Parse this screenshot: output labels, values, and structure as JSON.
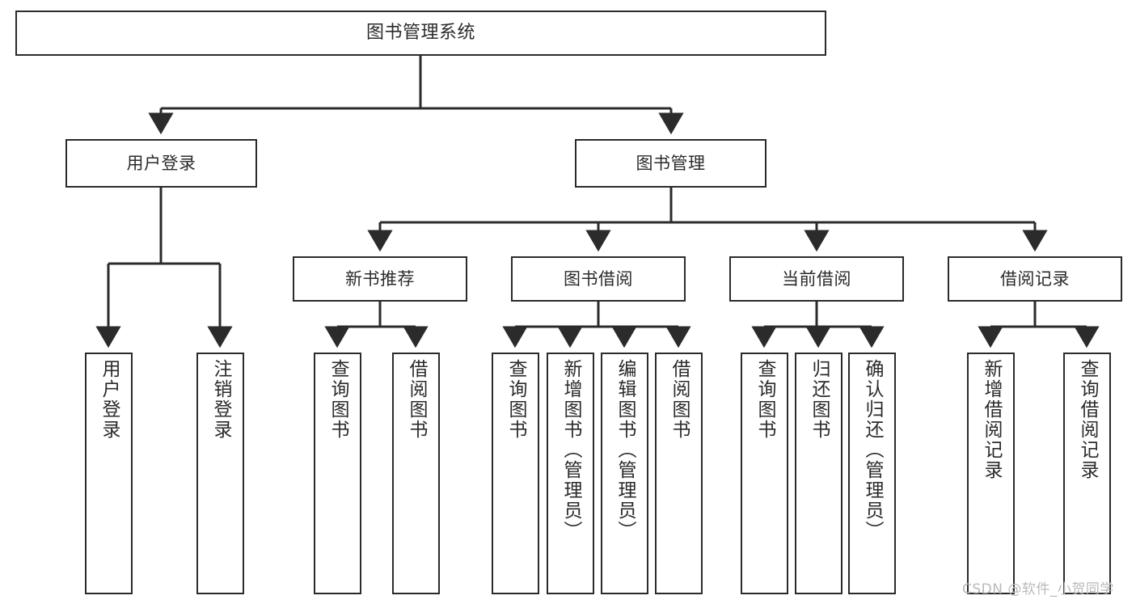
{
  "diagram": {
    "type": "tree-hierarchy-chart",
    "title": "图书管理系统",
    "stroke_color": "#2b2b2b",
    "background_color": "#ffffff",
    "levels": {
      "level1": [
        {
          "id": "root",
          "label": "图书管理系统"
        }
      ],
      "level2": [
        {
          "id": "user-login",
          "label": "用户登录"
        },
        {
          "id": "book-management",
          "label": "图书管理"
        }
      ],
      "level3": [
        {
          "id": "new-book-recommend",
          "label": "新书推荐",
          "parent": "book-management"
        },
        {
          "id": "book-borrow",
          "label": "图书借阅",
          "parent": "book-management"
        },
        {
          "id": "current-borrow",
          "label": "当前借阅",
          "parent": "book-management"
        },
        {
          "id": "borrow-record",
          "label": "借阅记录",
          "parent": "book-management"
        }
      ],
      "leaves": [
        {
          "id": "leaf-user-login",
          "label": "用户登录",
          "parent": "user-login"
        },
        {
          "id": "leaf-logout-login",
          "label": "注销登录",
          "parent": "user-login"
        },
        {
          "id": "leaf-query-book-1",
          "label": "查询图书",
          "parent": "new-book-recommend"
        },
        {
          "id": "leaf-borrow-book-1",
          "label": "借阅图书",
          "parent": "new-book-recommend"
        },
        {
          "id": "leaf-query-book-2",
          "label": "查询图书",
          "parent": "book-borrow"
        },
        {
          "id": "leaf-add-book",
          "label": "新增图书（管理员）",
          "parent": "book-borrow"
        },
        {
          "id": "leaf-edit-book",
          "label": "编辑图书（管理员）",
          "parent": "book-borrow"
        },
        {
          "id": "leaf-borrow-book-2",
          "label": "借阅图书",
          "parent": "book-borrow"
        },
        {
          "id": "leaf-query-book-3",
          "label": "查询图书",
          "parent": "current-borrow"
        },
        {
          "id": "leaf-return-book",
          "label": "归还图书",
          "parent": "current-borrow"
        },
        {
          "id": "leaf-confirm-return",
          "label": "确认归还（管理员）",
          "parent": "current-borrow"
        },
        {
          "id": "leaf-add-record",
          "label": "新增借阅记录",
          "parent": "borrow-record"
        },
        {
          "id": "leaf-query-record",
          "label": "查询借阅记录",
          "parent": "borrow-record"
        }
      ]
    }
  },
  "watermark": {
    "text": "CSDN @软件_小贺同学"
  }
}
